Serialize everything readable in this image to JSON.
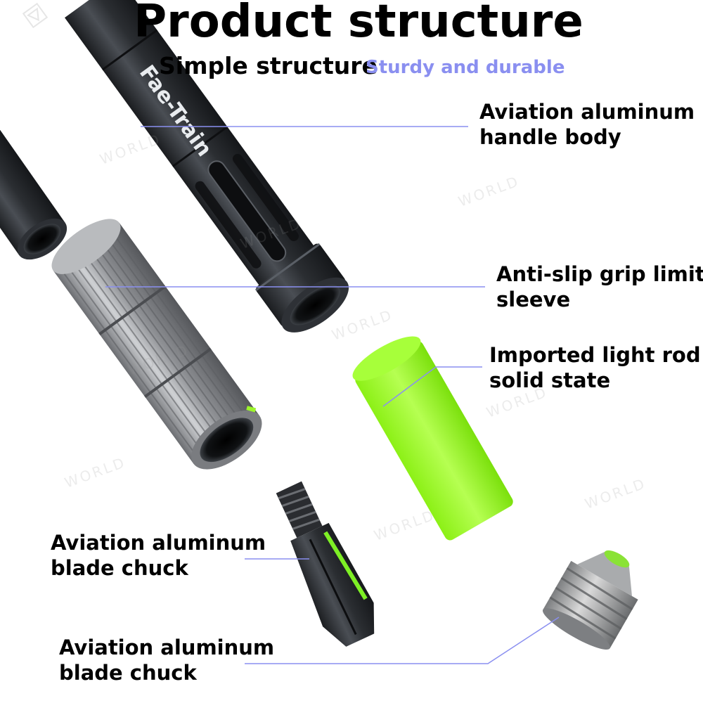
{
  "header": {
    "title": "Product structure",
    "subtitle": "Simple structure",
    "subtitle_accent": "Sturdy and durable"
  },
  "brand": {
    "handle_logo_text": "Fae-Train"
  },
  "labels": {
    "handle_body": [
      "Aviation aluminum",
      "handle body"
    ],
    "grip_sleeve": [
      "Anti-slip grip limit",
      "sleeve"
    ],
    "light_rod": [
      "Imported light rod",
      "solid state"
    ],
    "blade_chuck_1": [
      "Aviation aluminum",
      "blade chuck"
    ],
    "blade_chuck_2": [
      "Aviation aluminum",
      "blade chuck"
    ]
  },
  "watermark_text": "WORLD",
  "colors": {
    "accent_text": "#8a8ff0",
    "leader_line": "#8a8ff0",
    "light_rod": "#9cf52a",
    "metal_dark": "#2a2d31",
    "metal_silver": "#9a9c9f"
  }
}
